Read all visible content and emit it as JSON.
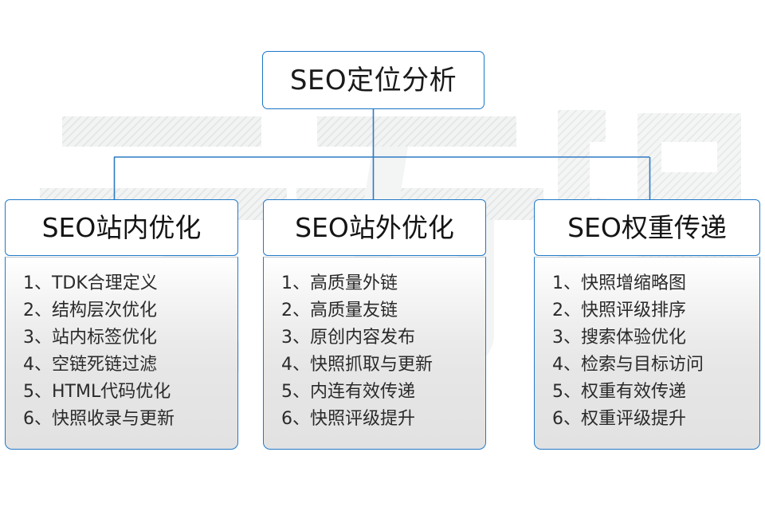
{
  "watermark": {
    "text": "云无限"
  },
  "root": {
    "title": "SEO定位分析"
  },
  "columns": [
    {
      "id": "col-0",
      "heading": "SEO站内优化",
      "items": [
        "1、TDK合理定义",
        "2、结构层次优化",
        "3、站内标签优化",
        "4、空链死链过滤",
        "5、HTML代码优化",
        "6、快照收录与更新"
      ]
    },
    {
      "id": "col-1",
      "heading": "SEO站外优化",
      "items": [
        "1、高质量外链",
        "2、高质量友链",
        "3、原创内容发布",
        "4、快照抓取与更新",
        "5、内连有效传递",
        "6、快照评级提升"
      ]
    },
    {
      "id": "col-2",
      "heading": "SEO权重传递",
      "items": [
        "1、快照增缩略图",
        "2、快照评级排序",
        "3、搜索体验优化",
        "4、检索与目标访问",
        "5、权重有效传递",
        "6、权重评级提升"
      ]
    }
  ],
  "colors": {
    "border_blue": "#2079c9",
    "root_border_blue": "#1a76c8",
    "connector_blue": "#2e7bc4",
    "text_dark": "#1a1a1a",
    "item_text": "#2a2a2a",
    "panel_top": "#ffffff",
    "panel_bottom": "#e2e2e2",
    "watermark_gray": "#eceded",
    "background": "#ffffff"
  }
}
